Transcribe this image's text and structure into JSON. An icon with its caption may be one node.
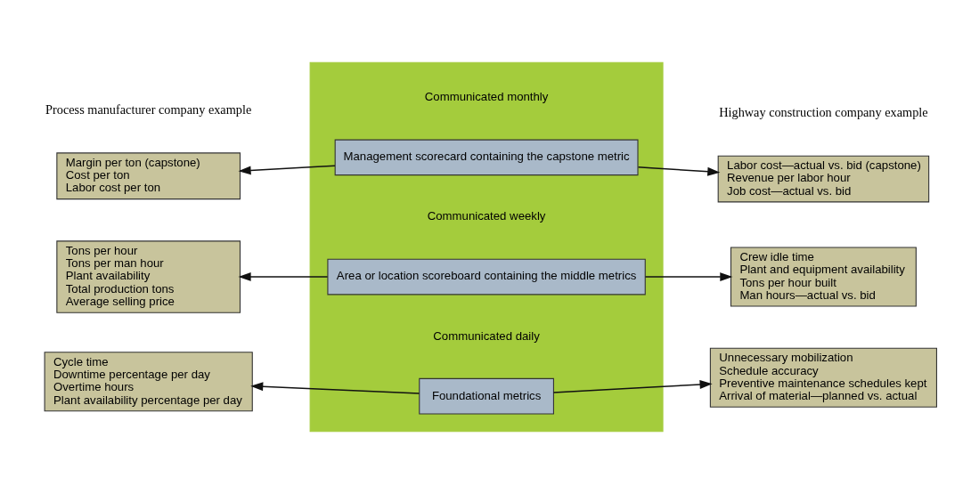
{
  "diagram": {
    "nodes": [
      {
        "text": [],
        "shape": "triangle"
      },
      {
        "text": [
          "Margin per ton (capstone)",
          "Cost per ton",
          "Labor cost per ton"
        ]
      },
      {
        "text": [
          "Management scorecard containing the capstone metric"
        ],
        "in": 0,
        "beside": [
          "Communicated monthly"
        ]
      },
      {
        "text": [
          "Labor cost—actual vs. bid (capstone)",
          "Revenue per labor hour",
          "Job cost—actual vs. bid"
        ]
      },
      {
        "text": [
          "Tons per hour",
          "Tons per man hour",
          "Plant availability",
          "Total production tons",
          "Average selling price"
        ]
      },
      {
        "text": [
          "Area or location scoreboard containing the middle metrics"
        ],
        "in": 0,
        "beside": [
          "Communicated weekly"
        ]
      },
      {
        "text": [
          "Crew idle time",
          "Plant and equipment availability",
          "Tons per hour built",
          "Man hours—actual vs. bid"
        ]
      },
      {
        "text": [
          "Cycle time",
          "Downtime percentage per day",
          "Overtime hours",
          "Plant availability percentage per day"
        ]
      },
      {
        "text": [
          "Foundational metrics"
        ],
        "in": 0,
        "beside": [
          "Communicated daily"
        ]
      },
      {
        "text": [
          "Unnecessary mobilization",
          "Schedule accuracy",
          "Preventive maintenance schedules kept",
          "Arrival of material—planned vs. actual"
        ]
      }
    ],
    "edges": [
      {
        "from": 2,
        "to": 1,
        "arrow": "to"
      },
      {
        "from": 2,
        "to": 3,
        "arrow": "to"
      },
      {
        "from": 5,
        "to": 4,
        "arrow": "to"
      },
      {
        "from": 5,
        "to": 6,
        "arrow": "to"
      },
      {
        "from": 8,
        "to": 7,
        "arrow": "to"
      },
      {
        "from": 8,
        "to": 9,
        "arrow": "to"
      }
    ],
    "labels": [
      "Process manufacturer company example",
      "Highway construction company example"
    ]
  }
}
